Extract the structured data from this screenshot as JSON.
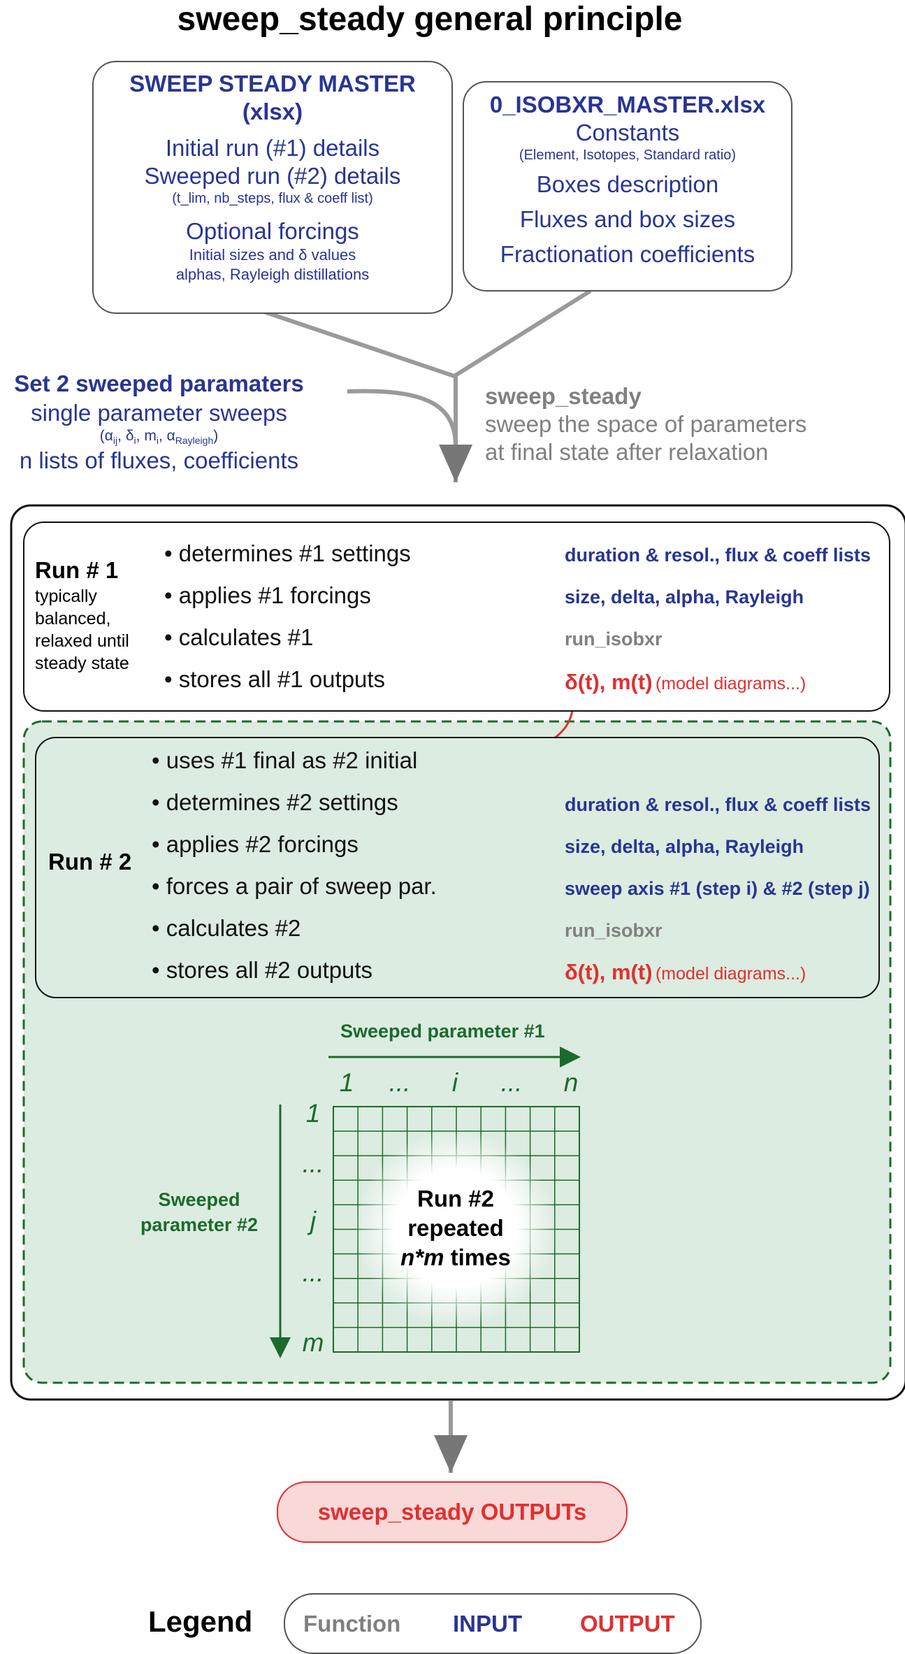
{
  "title": "sweep_steady general principle",
  "master_box": {
    "title1": "SWEEP STEADY MASTER",
    "title2": "(xlsx)",
    "initial_run": "Initial run (#1) details",
    "sweeped_run": "Sweeped run (#2) details",
    "sweeped_run_note": "(t_lim, nb_steps, flux & coeff list)",
    "optional": "Optional forcings",
    "optional_note1": "Initial sizes and δ values",
    "optional_note2": "alphas, Rayleigh distillations"
  },
  "isobxr_box": {
    "title": "0_ISOBXR_MASTER.xlsx",
    "constants": "Constants",
    "constants_note": "(Element, Isotopes, Standard ratio)",
    "boxes": "Boxes description",
    "fluxes": "Fluxes and box sizes",
    "fractionation": "Fractionation coefficients"
  },
  "sweep_params": {
    "title": "Set 2 sweeped paramaters",
    "line1": "single parameter sweeps",
    "sym_a": "α",
    "sym_a_sub": "ij",
    "sym_d": "δ",
    "sym_d_sub": "i",
    "sym_m": "m",
    "sym_m_sub": "i",
    "sym_ar": "α",
    "sym_ar_sub": "Rayleigh",
    "line3": "n lists of fluxes, coefficients"
  },
  "function_label": {
    "name": "sweep_steady",
    "line1": "sweep the space of parameters",
    "line2": "at final state after relaxation"
  },
  "run1": {
    "title": "Run # 1",
    "desc": [
      "typically",
      "balanced,",
      "relaxed until",
      "steady state"
    ],
    "steps": [
      "• determines #1 settings",
      "• applies #1 forcings",
      "• calculates #1",
      "• stores all #1 outputs"
    ],
    "inputs": [
      "duration & resol., flux & coeff lists",
      "size, delta, alpha,  Rayleigh",
      "run_isobxr"
    ],
    "output_main": "δ(t), m(t)",
    "output_note": "(model diagrams...)"
  },
  "run2": {
    "title": "Run # 2",
    "steps": [
      "• uses #1 final as #2 initial",
      "• determines #2 settings",
      "• applies #2 forcings",
      "• forces a pair of sweep par.",
      "• calculates #2",
      "• stores all #2 outputs"
    ],
    "inputs": [
      "duration & resol., flux & coeff lists",
      "size, delta, alpha,  Rayleigh",
      "sweep axis #1 (step i) & #2 (step j)",
      "run_isobxr"
    ],
    "output_main": "δ(t), m(t)",
    "output_note": "(model diagrams...)"
  },
  "grid": {
    "param1": "Sweeped parameter #1",
    "param2_line1": "Sweeped",
    "param2_line2": "parameter #2",
    "cols": [
      "1",
      "...",
      "i",
      "...",
      "n"
    ],
    "rows": [
      "1",
      "...",
      "j",
      "...",
      "m"
    ],
    "center1": "Run #2",
    "center2": "repeated",
    "center3a": "n*m",
    "center3b": " times",
    "n_cols": 10,
    "n_rows": 10
  },
  "outputs": "sweep_steady OUTPUTs",
  "legend": {
    "title": "Legend",
    "function": "Function",
    "input": "INPUT",
    "output": "OUTPUT"
  },
  "colors": {
    "input": "#283593",
    "function": "#808080",
    "output": "#e03030",
    "green": "#1b6b2c",
    "green_fill": "#dcece0"
  }
}
